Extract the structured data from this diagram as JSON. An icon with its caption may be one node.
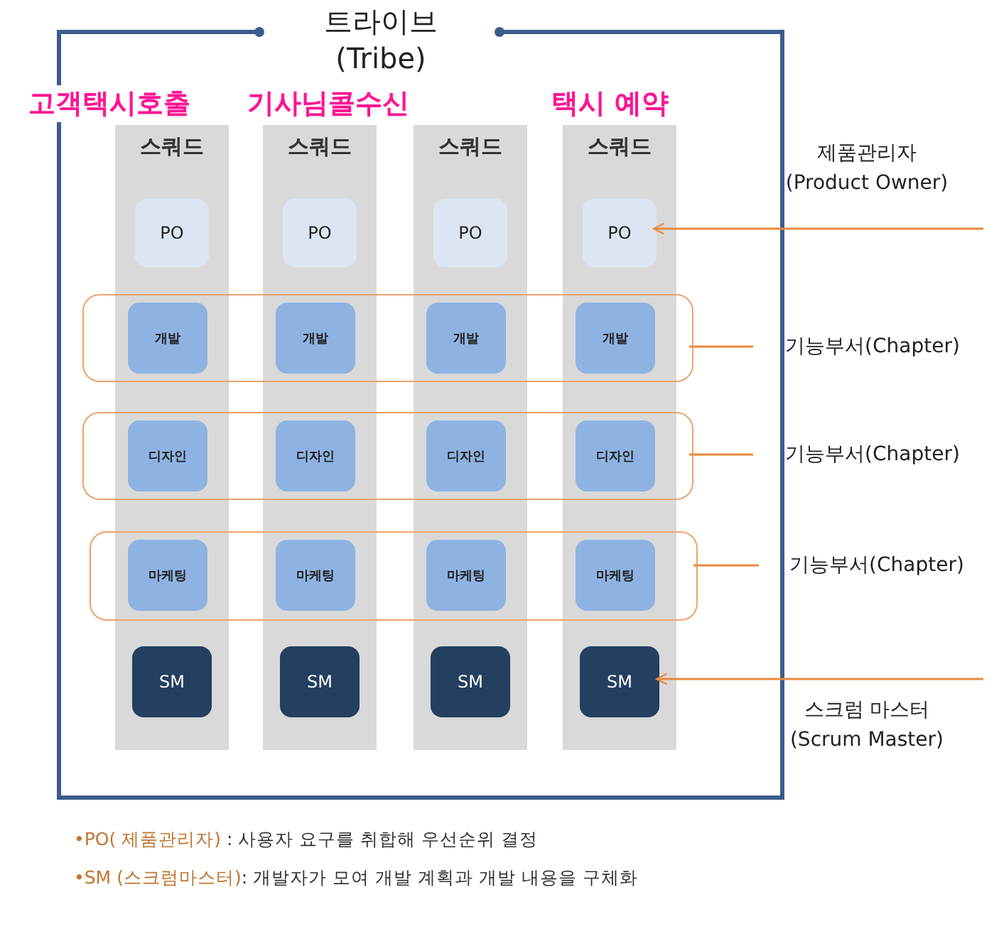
{
  "diagram": {
    "nodes": [
      {
        "text": [
          "트라이브 (Tribe)"
        ]
      },
      {
        "text": [
          "스쿼드"
        ],
        "in": 0,
        "beside": [
          "고객택시호출"
        ]
      },
      {
        "text": [
          "스쿼드"
        ],
        "in": 0,
        "beside": [
          "기사님콜수신"
        ]
      },
      {
        "text": [
          "스쿼드"
        ],
        "in": 0
      },
      {
        "text": [
          "스쿼드"
        ],
        "in": 0,
        "beside": [
          "택시 예약"
        ]
      },
      {
        "text": [
          "PO"
        ],
        "in": 1
      },
      {
        "text": [
          "PO"
        ],
        "in": 2
      },
      {
        "text": [
          "PO"
        ],
        "in": 3
      },
      {
        "text": [
          "PO"
        ],
        "in": 4
      },
      {
        "text": [],
        "shape": "box",
        "in": 0
      },
      {
        "text": [
          "개발"
        ]
      },
      {
        "text": [
          "개발"
        ]
      },
      {
        "text": [
          "개발"
        ]
      },
      {
        "text": [
          "개발"
        ]
      },
      {
        "text": [],
        "shape": "box",
        "in": 0
      },
      {
        "text": [
          "디자인"
        ]
      },
      {
        "text": [
          "디자인"
        ]
      },
      {
        "text": [
          "디자인"
        ]
      },
      {
        "text": [
          "디자인"
        ]
      },
      {
        "text": [],
        "shape": "box",
        "in": 0
      },
      {
        "text": [
          "마케팅"
        ]
      },
      {
        "text": [
          "마케팅"
        ]
      },
      {
        "text": [
          "마케팅"
        ]
      },
      {
        "text": [
          "마케팅"
        ]
      },
      {
        "text": [
          "SM"
        ],
        "in": 1
      },
      {
        "text": [
          "SM"
        ],
        "in": 2
      },
      {
        "text": [
          "SM"
        ],
        "in": 3
      },
      {
        "text": [
          "SM"
        ],
        "in": 4
      },
      {
        "text": [
          "제품관리자 (Product Owner)"
        ]
      },
      {
        "text": [
          "기능부서(Chapter)"
        ]
      },
      {
        "text": [
          "기능부서(Chapter)"
        ]
      },
      {
        "text": [
          "기능부서(Chapter)"
        ]
      },
      {
        "text": [
          "스크럼 마스터 (Scrum Master)"
        ]
      }
    ],
    "edges": [
      {
        "from": 28,
        "to": 8,
        "arrow": "to"
      },
      {
        "from": 29,
        "to": 9,
        "arrow": "none"
      },
      {
        "from": 30,
        "to": 14,
        "arrow": "none"
      },
      {
        "from": 31,
        "to": 19,
        "arrow": "none"
      },
      {
        "from": 32,
        "to": 27,
        "arrow": "to"
      }
    ],
    "labels": [
      "•PO( 제품관리자) : 사용자 요구를 취합해 우선순위 결정",
      "•SM (스크럼마스터): 개발자가 모여 개발 계획과 개발 내용을 구체화"
    ]
  }
}
